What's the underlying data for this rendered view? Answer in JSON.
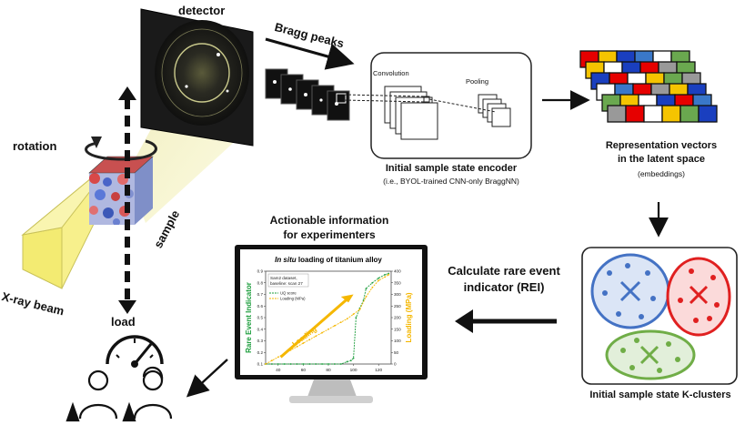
{
  "labels": {
    "detector": "detector",
    "bragg_peaks": "Bragg peaks",
    "rotation": "rotation",
    "sample": "sample",
    "xray_beam": "X-ray beam",
    "load": "load",
    "convolution": "Convolution",
    "pooling": "Pooling",
    "encoder_title": "Initial sample state encoder",
    "encoder_sub": "(i.e., BYOL-trained CNN-only BraggNN)",
    "repr_title_1": "Representation vectors",
    "repr_title_2": "in the latent space",
    "repr_sub": "(embeddings)",
    "clusters_title": "Initial sample state K-clusters",
    "rei_title_1": "Calculate rare event",
    "rei_title_2": "indicator (REI)",
    "actionable_1": "Actionable information",
    "actionable_2": "for experimenters"
  },
  "colors": {
    "beam": "#f7f08c",
    "cluster_blue": "#4472c4",
    "cluster_red": "#e02020",
    "cluster_green": "#70ad47",
    "rei_green": "#1e9e3e",
    "loading_orange": "#f5b700"
  },
  "embedding_cells": [
    [
      "#e60000",
      "#f5c400",
      "#1a3fbf",
      "#3a78c9",
      "#ffffff",
      "#6aa84f"
    ],
    [
      "#f5c400",
      "#ffffff",
      "#1a3fbf",
      "#e60000",
      "#999999",
      "#6aa84f"
    ],
    [
      "#1a3fbf",
      "#e60000",
      "#ffffff",
      "#f5c400",
      "#6aa84f",
      "#999999"
    ],
    [
      "#ffffff",
      "#3a78c9",
      "#e60000",
      "#999999",
      "#f5c400",
      "#1a3fbf"
    ],
    [
      "#6aa84f",
      "#f5c400",
      "#ffffff",
      "#1a3fbf",
      "#e60000",
      "#3a78c9"
    ],
    [
      "#999999",
      "#e60000",
      "#ffffff",
      "#f5c400",
      "#6aa84f",
      "#1a3fbf"
    ]
  ],
  "chart_data": {
    "type": "line",
    "title": "In situ loading of titanium alloy",
    "title_italic_part": "In situ",
    "title_rest": " loading of titanium alloy",
    "annotation": "Sam2 dataset,\nbaseline: scan 27",
    "annotation_lines": [
      "Sam2 dataset,",
      "baseline: scan 27"
    ],
    "ylabel_left": "Rare Event Indicator",
    "ylabel_right": "Loading (MPa)",
    "arrow_label": "Loading",
    "xlim": [
      30,
      130
    ],
    "ylim_left": [
      0.1,
      0.9
    ],
    "ylim_right": [
      0,
      400
    ],
    "xticks": [
      40,
      60,
      80,
      100,
      120
    ],
    "yticks_left": [
      0.1,
      0.2,
      0.3,
      0.4,
      0.5,
      0.6,
      0.7,
      0.8,
      0.9
    ],
    "yticks_right": [
      0,
      50,
      100,
      150,
      200,
      250,
      300,
      350,
      400
    ],
    "series": [
      {
        "name": "UQ score",
        "axis": "left",
        "color": "#1e9e3e",
        "x": [
          30,
          35,
          40,
          45,
          50,
          55,
          60,
          65,
          70,
          75,
          80,
          85,
          90,
          95,
          98,
          100,
          102,
          105,
          108,
          110,
          115,
          120,
          125,
          128
        ],
        "y": [
          0.1,
          0.1,
          0.1,
          0.1,
          0.1,
          0.1,
          0.1,
          0.1,
          0.1,
          0.1,
          0.1,
          0.1,
          0.1,
          0.12,
          0.13,
          0.15,
          0.5,
          0.58,
          0.65,
          0.75,
          0.8,
          0.84,
          0.87,
          0.88
        ]
      },
      {
        "name": "Loading (MPa)",
        "axis": "right",
        "color": "#f5b700",
        "x": [
          30,
          35,
          40,
          45,
          50,
          55,
          60,
          65,
          70,
          75,
          80,
          85,
          90,
          95,
          100,
          105,
          110,
          115,
          120,
          125,
          128
        ],
        "y": [
          0,
          15,
          30,
          45,
          60,
          75,
          90,
          105,
          120,
          135,
          150,
          165,
          180,
          195,
          215,
          235,
          290,
          330,
          360,
          375,
          385
        ]
      }
    ]
  }
}
